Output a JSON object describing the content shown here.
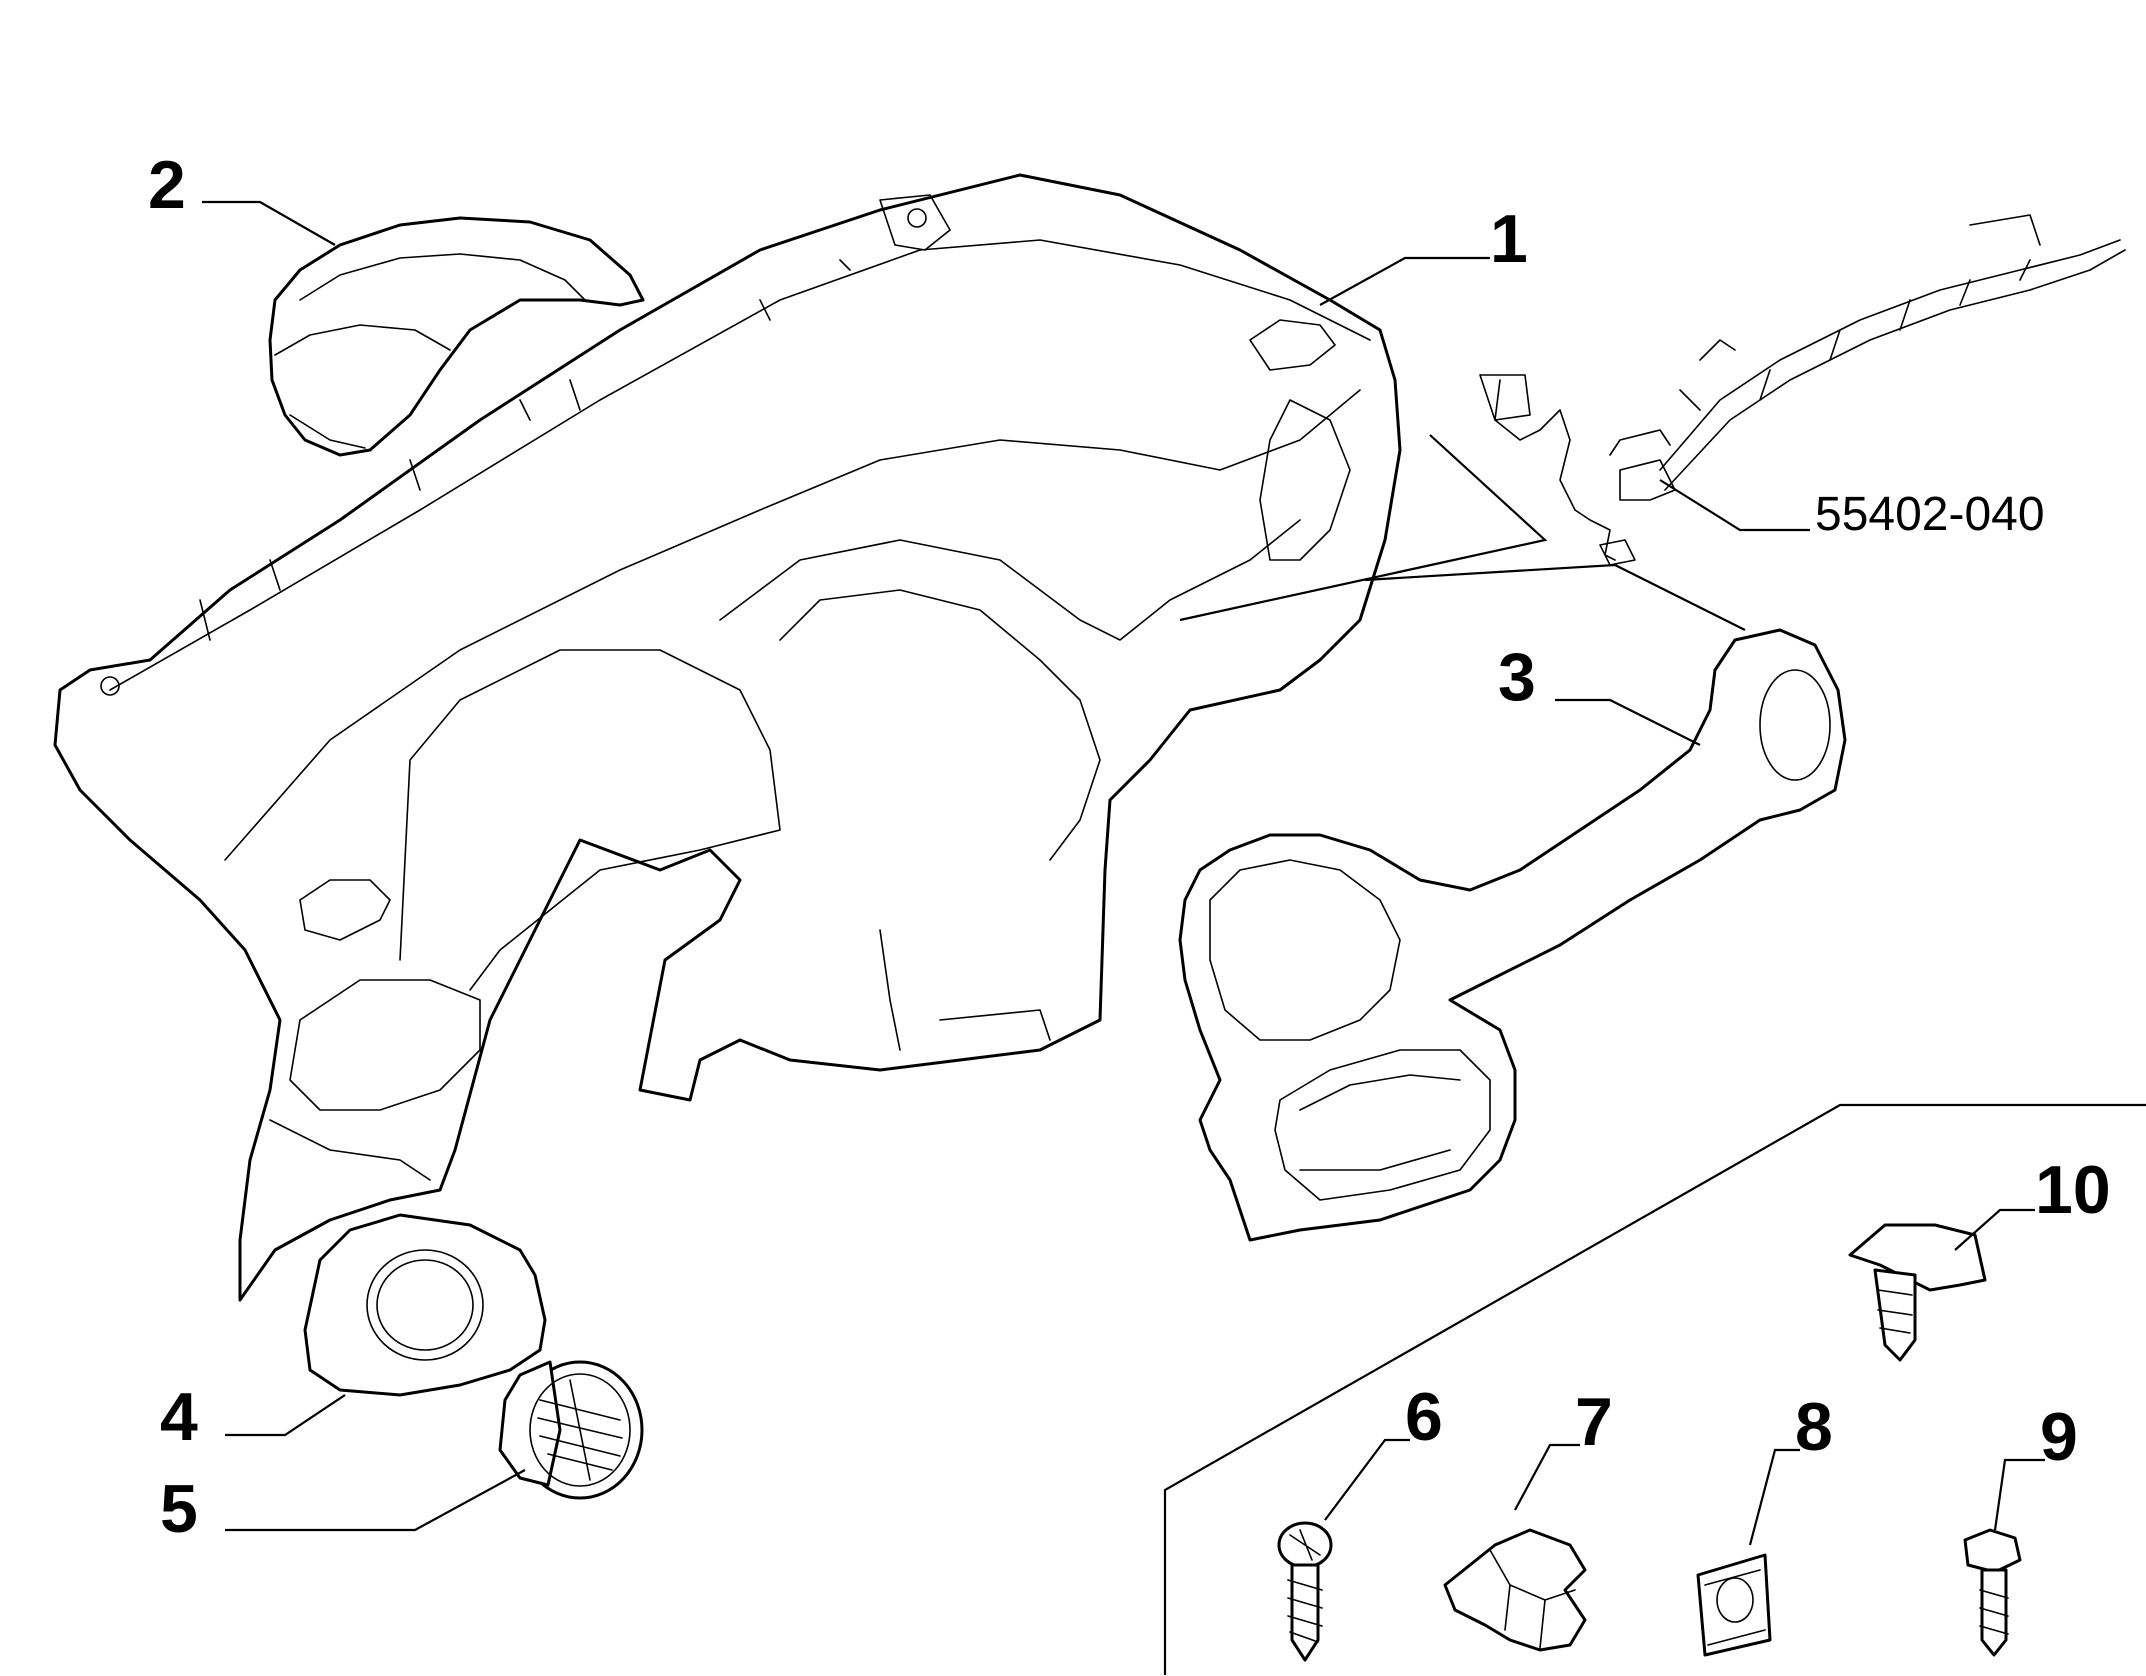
{
  "callouts": [
    {
      "id": "1",
      "label": "1"
    },
    {
      "id": "2",
      "label": "2"
    },
    {
      "id": "3",
      "label": "3"
    },
    {
      "id": "4",
      "label": "4"
    },
    {
      "id": "5",
      "label": "5"
    },
    {
      "id": "6",
      "label": "6"
    },
    {
      "id": "7",
      "label": "7"
    },
    {
      "id": "8",
      "label": "8"
    },
    {
      "id": "9",
      "label": "9"
    },
    {
      "id": "10",
      "label": "10"
    }
  ],
  "part_number": "55402-040",
  "colors": {
    "line": "#000000",
    "background": "#ffffff"
  }
}
